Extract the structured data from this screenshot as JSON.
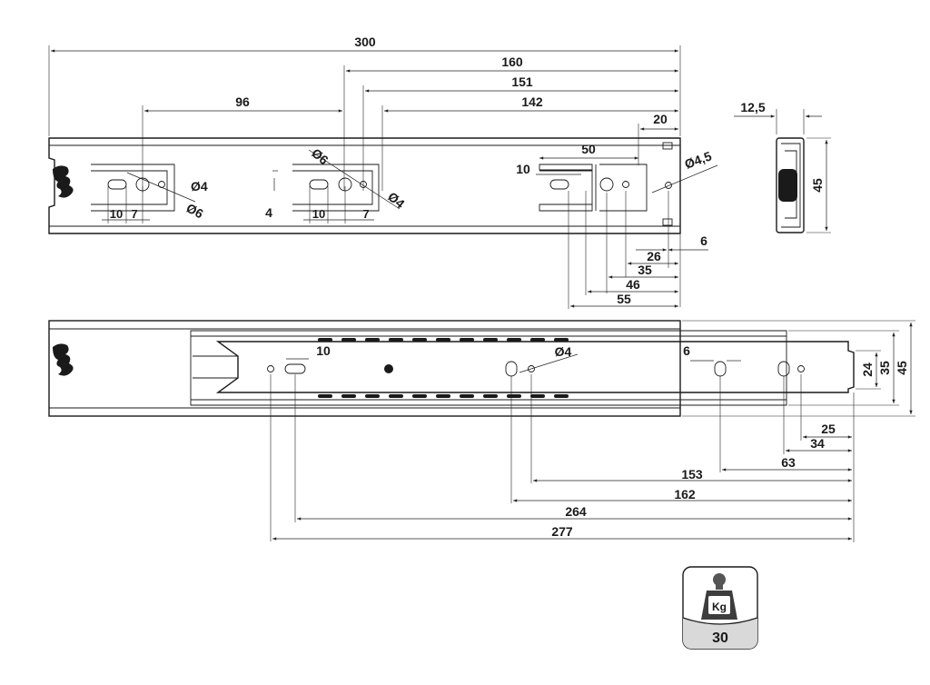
{
  "dimensions": {
    "d300": "300",
    "d160": "160",
    "d151": "151",
    "d142": "142",
    "d96": "96",
    "d20": "20",
    "d50": "50",
    "d10a": "10",
    "d10b": "10",
    "d7a": "7",
    "d10c": "10",
    "d7b": "7",
    "d4": "4",
    "phi4a": "Ø4",
    "phi6a": "Ø6",
    "phi6b": "Ø6",
    "phi4b": "Ø4",
    "phi45": "Ø4,5",
    "d26": "26",
    "d6a": "6",
    "d35a": "35",
    "d46": "46",
    "d55": "55",
    "d12_5": "12,5",
    "d45a": "45",
    "d10d": "10",
    "phi4c": "Ø4",
    "d6b": "6",
    "d24": "24",
    "d35b": "35",
    "d45b": "45",
    "d25": "25",
    "d34": "34",
    "d63": "63",
    "d153": "153",
    "d162": "162",
    "d264": "264",
    "d277": "277"
  },
  "load_badge": {
    "unit": "Kg",
    "capacity": "30"
  }
}
